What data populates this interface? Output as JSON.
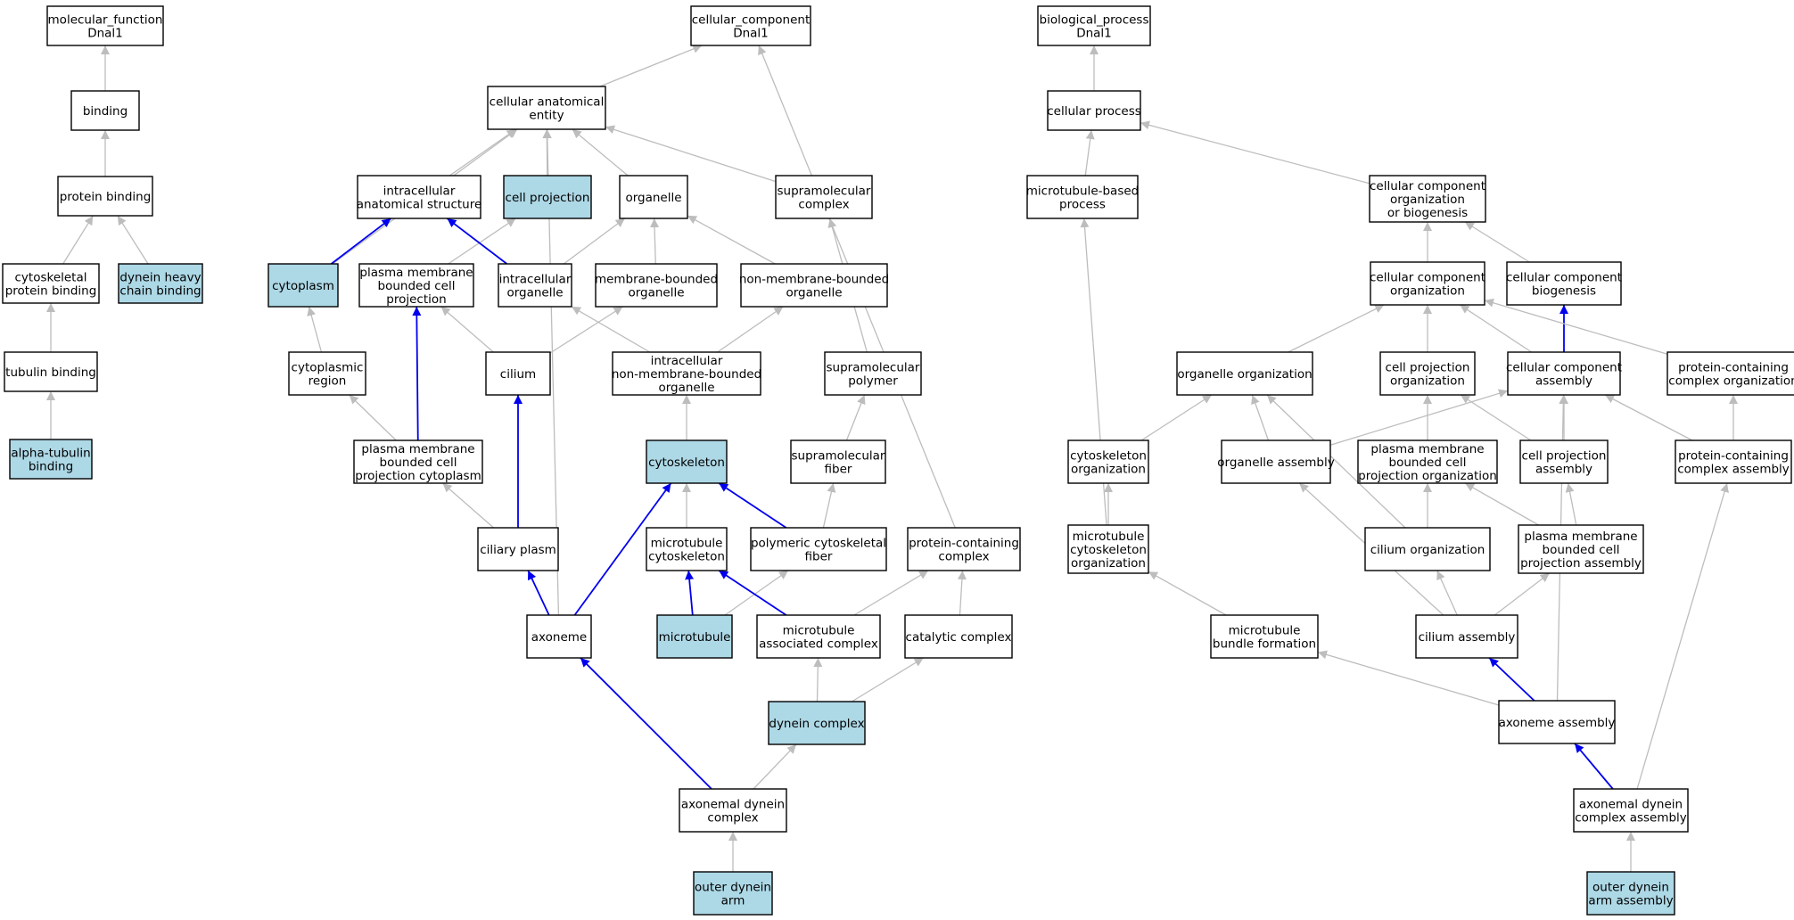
{
  "colors": {
    "default_fill": "#ffffff",
    "highlight_fill": "#add8e6",
    "regular_edge": "#bdbdbd",
    "part_of_edge": "#0000ee"
  },
  "nodes": [
    {
      "id": "mf",
      "label": [
        "molecular_function",
        "Dnal1"
      ],
      "highlight": false
    },
    {
      "id": "binding",
      "label": [
        "binding"
      ],
      "highlight": false
    },
    {
      "id": "protein_binding",
      "label": [
        "protein binding"
      ],
      "highlight": false
    },
    {
      "id": "cytoskeletal_pb",
      "label": [
        "cytoskeletal",
        "protein binding"
      ],
      "highlight": false
    },
    {
      "id": "dynein_hcb",
      "label": [
        "dynein heavy",
        "chain binding"
      ],
      "highlight": true
    },
    {
      "id": "tubulin_binding",
      "label": [
        "tubulin binding"
      ],
      "highlight": false
    },
    {
      "id": "alpha_tubulin",
      "label": [
        "alpha-tubulin",
        "binding"
      ],
      "highlight": true
    },
    {
      "id": "cc",
      "label": [
        "cellular_component",
        "Dnal1"
      ],
      "highlight": false
    },
    {
      "id": "cae",
      "label": [
        "cellular anatomical",
        "entity"
      ],
      "highlight": false
    },
    {
      "id": "ias",
      "label": [
        "intracellular",
        "anatomical structure"
      ],
      "highlight": false
    },
    {
      "id": "cell_proj",
      "label": [
        "cell projection"
      ],
      "highlight": true
    },
    {
      "id": "organelle",
      "label": [
        "organelle"
      ],
      "highlight": false
    },
    {
      "id": "supramol_complex",
      "label": [
        "supramolecular",
        "complex"
      ],
      "highlight": false
    },
    {
      "id": "cytoplasm",
      "label": [
        "cytoplasm"
      ],
      "highlight": true
    },
    {
      "id": "pmbcp",
      "label": [
        "plasma membrane",
        "bounded cell",
        "projection"
      ],
      "highlight": false
    },
    {
      "id": "intra_org",
      "label": [
        "intracellular",
        "organelle"
      ],
      "highlight": false
    },
    {
      "id": "mbo",
      "label": [
        "membrane-bounded",
        "organelle"
      ],
      "highlight": false
    },
    {
      "id": "nmbo",
      "label": [
        "non-membrane-bounded",
        "organelle"
      ],
      "highlight": false
    },
    {
      "id": "cyto_region",
      "label": [
        "cytoplasmic",
        "region"
      ],
      "highlight": false
    },
    {
      "id": "cilium",
      "label": [
        "cilium"
      ],
      "highlight": false
    },
    {
      "id": "inmbo",
      "label": [
        "intracellular",
        "non-membrane-bounded",
        "organelle"
      ],
      "highlight": false
    },
    {
      "id": "supramol_polymer",
      "label": [
        "supramolecular",
        "polymer"
      ],
      "highlight": false
    },
    {
      "id": "pmbcpc",
      "label": [
        "plasma membrane",
        "bounded cell",
        "projection cytoplasm"
      ],
      "highlight": false
    },
    {
      "id": "cytoskeleton",
      "label": [
        "cytoskeleton"
      ],
      "highlight": true
    },
    {
      "id": "supramol_fiber",
      "label": [
        "supramolecular",
        "fiber"
      ],
      "highlight": false
    },
    {
      "id": "ciliary_plasm",
      "label": [
        "ciliary plasm"
      ],
      "highlight": false
    },
    {
      "id": "mt_cytoskeleton",
      "label": [
        "microtubule",
        "cytoskeleton"
      ],
      "highlight": false
    },
    {
      "id": "poly_fiber",
      "label": [
        "polymeric cytoskeletal",
        "fiber"
      ],
      "highlight": false
    },
    {
      "id": "pc_complex",
      "label": [
        "protein-containing",
        "complex"
      ],
      "highlight": false
    },
    {
      "id": "axoneme",
      "label": [
        "axoneme"
      ],
      "highlight": false
    },
    {
      "id": "microtubule",
      "label": [
        "microtubule"
      ],
      "highlight": true
    },
    {
      "id": "mt_assoc",
      "label": [
        "microtubule",
        "associated complex"
      ],
      "highlight": false
    },
    {
      "id": "catalytic",
      "label": [
        "catalytic complex"
      ],
      "highlight": false
    },
    {
      "id": "dynein_complex",
      "label": [
        "dynein complex"
      ],
      "highlight": true
    },
    {
      "id": "axo_dynein",
      "label": [
        "axonemal dynein",
        "complex"
      ],
      "highlight": false
    },
    {
      "id": "oda",
      "label": [
        "outer dynein",
        "arm"
      ],
      "highlight": true
    },
    {
      "id": "bp",
      "label": [
        "biological_process",
        "Dnal1"
      ],
      "highlight": false
    },
    {
      "id": "cell_process",
      "label": [
        "cellular process"
      ],
      "highlight": false
    },
    {
      "id": "mt_based",
      "label": [
        "microtubule-based",
        "process"
      ],
      "highlight": false
    },
    {
      "id": "ccob",
      "label": [
        "cellular component",
        "organization",
        "or biogenesis"
      ],
      "highlight": false
    },
    {
      "id": "cco",
      "label": [
        "cellular component",
        "organization"
      ],
      "highlight": false
    },
    {
      "id": "ccb",
      "label": [
        "cellular component",
        "biogenesis"
      ],
      "highlight": false
    },
    {
      "id": "org_org",
      "label": [
        "organelle organization"
      ],
      "highlight": false
    },
    {
      "id": "cpo",
      "label": [
        "cell projection",
        "organization"
      ],
      "highlight": false
    },
    {
      "id": "cca",
      "label": [
        "cellular component",
        "assembly"
      ],
      "highlight": false
    },
    {
      "id": "pcco",
      "label": [
        "protein-containing",
        "complex organization"
      ],
      "highlight": false
    },
    {
      "id": "cyto_org",
      "label": [
        "cytoskeleton",
        "organization"
      ],
      "highlight": false
    },
    {
      "id": "org_assembly",
      "label": [
        "organelle assembly"
      ],
      "highlight": false
    },
    {
      "id": "pmbcpo",
      "label": [
        "plasma membrane",
        "bounded cell",
        "projection organization"
      ],
      "highlight": false
    },
    {
      "id": "cpa",
      "label": [
        "cell projection",
        "assembly"
      ],
      "highlight": false
    },
    {
      "id": "pcca",
      "label": [
        "protein-containing",
        "complex assembly"
      ],
      "highlight": false
    },
    {
      "id": "mtco",
      "label": [
        "microtubule",
        "cytoskeleton",
        "organization"
      ],
      "highlight": false
    },
    {
      "id": "cilium_org",
      "label": [
        "cilium organization"
      ],
      "highlight": false
    },
    {
      "id": "pmbcpa",
      "label": [
        "plasma membrane",
        "bounded cell",
        "projection assembly"
      ],
      "highlight": false
    },
    {
      "id": "mbf",
      "label": [
        "microtubule",
        "bundle formation"
      ],
      "highlight": false
    },
    {
      "id": "cilium_assembly",
      "label": [
        "cilium assembly"
      ],
      "highlight": false
    },
    {
      "id": "axoneme_assembly",
      "label": [
        "axoneme assembly"
      ],
      "highlight": false
    },
    {
      "id": "adca",
      "label": [
        "axonemal dynein",
        "complex assembly"
      ],
      "highlight": false
    },
    {
      "id": "odaa",
      "label": [
        "outer dynein",
        "arm assembly"
      ],
      "highlight": true
    }
  ],
  "edges": [
    {
      "from": "binding",
      "to": "mf",
      "type": "is_a"
    },
    {
      "from": "protein_binding",
      "to": "binding",
      "type": "is_a"
    },
    {
      "from": "cytoskeletal_pb",
      "to": "protein_binding",
      "type": "is_a"
    },
    {
      "from": "dynein_hcb",
      "to": "protein_binding",
      "type": "is_a"
    },
    {
      "from": "tubulin_binding",
      "to": "cytoskeletal_pb",
      "type": "is_a"
    },
    {
      "from": "alpha_tubulin",
      "to": "tubulin_binding",
      "type": "is_a"
    },
    {
      "from": "cae",
      "to": "cc",
      "type": "is_a"
    },
    {
      "from": "pc_complex",
      "to": "cc",
      "type": "is_a"
    },
    {
      "from": "ias",
      "to": "cae",
      "type": "is_a"
    },
    {
      "from": "cell_proj",
      "to": "cae",
      "type": "is_a"
    },
    {
      "from": "organelle",
      "to": "cae",
      "type": "is_a"
    },
    {
      "from": "supramol_complex",
      "to": "cae",
      "type": "is_a"
    },
    {
      "from": "cytoplasm",
      "to": "cae",
      "type": "is_a"
    },
    {
      "from": "axoneme",
      "to": "cae",
      "type": "is_a"
    },
    {
      "from": "cytoplasm",
      "to": "ias",
      "type": "part_of"
    },
    {
      "from": "pmbcp",
      "to": "cell_proj",
      "type": "is_a"
    },
    {
      "from": "intra_org",
      "to": "ias",
      "type": "part_of"
    },
    {
      "from": "intra_org",
      "to": "organelle",
      "type": "is_a"
    },
    {
      "from": "mbo",
      "to": "organelle",
      "type": "is_a"
    },
    {
      "from": "nmbo",
      "to": "organelle",
      "type": "is_a"
    },
    {
      "from": "cyto_region",
      "to": "cytoplasm",
      "type": "is_a"
    },
    {
      "from": "cilium",
      "to": "pmbcp",
      "type": "is_a"
    },
    {
      "from": "cilium",
      "to": "mbo",
      "type": "is_a"
    },
    {
      "from": "inmbo",
      "to": "intra_org",
      "type": "is_a"
    },
    {
      "from": "inmbo",
      "to": "nmbo",
      "type": "is_a"
    },
    {
      "from": "supramol_polymer",
      "to": "supramol_complex",
      "type": "is_a"
    },
    {
      "from": "pmbcpc",
      "to": "pmbcp",
      "type": "part_of"
    },
    {
      "from": "pmbcpc",
      "to": "cyto_region",
      "type": "is_a"
    },
    {
      "from": "cytoskeleton",
      "to": "inmbo",
      "type": "is_a"
    },
    {
      "from": "supramol_fiber",
      "to": "supramol_polymer",
      "type": "is_a"
    },
    {
      "from": "ciliary_plasm",
      "to": "cilium",
      "type": "part_of"
    },
    {
      "from": "ciliary_plasm",
      "to": "pmbcpc",
      "type": "is_a"
    },
    {
      "from": "mt_cytoskeleton",
      "to": "cytoskeleton",
      "type": "is_a"
    },
    {
      "from": "poly_fiber",
      "to": "cytoskeleton",
      "type": "part_of"
    },
    {
      "from": "poly_fiber",
      "to": "supramol_fiber",
      "type": "is_a"
    },
    {
      "from": "axoneme",
      "to": "ciliary_plasm",
      "type": "part_of"
    },
    {
      "from": "axoneme",
      "to": "cytoskeleton",
      "type": "part_of"
    },
    {
      "from": "microtubule",
      "to": "mt_cytoskeleton",
      "type": "part_of"
    },
    {
      "from": "microtubule",
      "to": "poly_fiber",
      "type": "is_a"
    },
    {
      "from": "mt_assoc",
      "to": "mt_cytoskeleton",
      "type": "part_of"
    },
    {
      "from": "mt_assoc",
      "to": "pc_complex",
      "type": "is_a"
    },
    {
      "from": "catalytic",
      "to": "pc_complex",
      "type": "is_a"
    },
    {
      "from": "dynein_complex",
      "to": "mt_assoc",
      "type": "is_a"
    },
    {
      "from": "dynein_complex",
      "to": "catalytic",
      "type": "is_a"
    },
    {
      "from": "axo_dynein",
      "to": "axoneme",
      "type": "part_of"
    },
    {
      "from": "axo_dynein",
      "to": "dynein_complex",
      "type": "is_a"
    },
    {
      "from": "oda",
      "to": "axo_dynein",
      "type": "is_a"
    },
    {
      "from": "cell_process",
      "to": "bp",
      "type": "is_a"
    },
    {
      "from": "mt_based",
      "to": "cell_process",
      "type": "is_a"
    },
    {
      "from": "ccob",
      "to": "cell_process",
      "type": "is_a"
    },
    {
      "from": "cco",
      "to": "ccob",
      "type": "is_a"
    },
    {
      "from": "ccb",
      "to": "ccob",
      "type": "is_a"
    },
    {
      "from": "org_org",
      "to": "cco",
      "type": "is_a"
    },
    {
      "from": "cpo",
      "to": "cco",
      "type": "is_a"
    },
    {
      "from": "cca",
      "to": "cco",
      "type": "is_a"
    },
    {
      "from": "cca",
      "to": "ccb",
      "type": "part_of"
    },
    {
      "from": "pcco",
      "to": "cco",
      "type": "is_a"
    },
    {
      "from": "cyto_org",
      "to": "org_org",
      "type": "is_a"
    },
    {
      "from": "org_assembly",
      "to": "org_org",
      "type": "is_a"
    },
    {
      "from": "org_assembly",
      "to": "cca",
      "type": "is_a"
    },
    {
      "from": "pmbcpo",
      "to": "cpo",
      "type": "is_a"
    },
    {
      "from": "cpa",
      "to": "cpo",
      "type": "is_a"
    },
    {
      "from": "cpa",
      "to": "cca",
      "type": "is_a"
    },
    {
      "from": "pcca",
      "to": "cca",
      "type": "is_a"
    },
    {
      "from": "pcca",
      "to": "pcco",
      "type": "is_a"
    },
    {
      "from": "mtco",
      "to": "mt_based",
      "type": "is_a"
    },
    {
      "from": "mtco",
      "to": "cyto_org",
      "type": "is_a"
    },
    {
      "from": "cilium_org",
      "to": "org_org",
      "type": "is_a"
    },
    {
      "from": "cilium_org",
      "to": "pmbcpo",
      "type": "is_a"
    },
    {
      "from": "pmbcpa",
      "to": "pmbcpo",
      "type": "is_a"
    },
    {
      "from": "pmbcpa",
      "to": "cpa",
      "type": "is_a"
    },
    {
      "from": "mbf",
      "to": "mtco",
      "type": "is_a"
    },
    {
      "from": "cilium_assembly",
      "to": "org_assembly",
      "type": "is_a"
    },
    {
      "from": "cilium_assembly",
      "to": "cilium_org",
      "type": "is_a"
    },
    {
      "from": "cilium_assembly",
      "to": "pmbcpa",
      "type": "is_a"
    },
    {
      "from": "axoneme_assembly",
      "to": "cilium_assembly",
      "type": "part_of"
    },
    {
      "from": "axoneme_assembly",
      "to": "mbf",
      "type": "is_a"
    },
    {
      "from": "axoneme_assembly",
      "to": "cca",
      "type": "is_a"
    },
    {
      "from": "adca",
      "to": "axoneme_assembly",
      "type": "part_of"
    },
    {
      "from": "adca",
      "to": "pcca",
      "type": "is_a"
    },
    {
      "from": "odaa",
      "to": "adca",
      "type": "is_a"
    }
  ]
}
